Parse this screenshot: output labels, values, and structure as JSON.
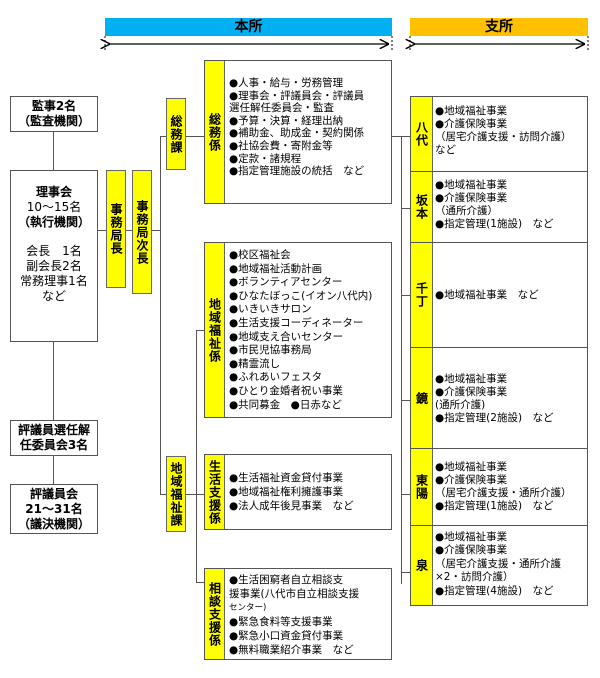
{
  "header": {
    "honsho": "本所",
    "shisho": "支所",
    "honsho_color": "#00b0f0",
    "shisho_color": "#ffc000"
  },
  "left": {
    "kanji": [
      "監事2名",
      "（監査機関）"
    ],
    "rijikai": {
      "title": "理事会",
      "count": "10～15名",
      "role": "（執行機関）",
      "members": [
        "会長　1名",
        "副会長2名",
        "常務理事1名",
        "など"
      ]
    },
    "senin": [
      "評議員選任解",
      "任委員会3名"
    ],
    "hyogiinkai": [
      "評議員会",
      "21～31名",
      "（議決機関）"
    ]
  },
  "roles": {
    "jimukyokucho": "事務局長",
    "jichou": "事務局次長"
  },
  "sections": {
    "somu": "総務課",
    "chiiki": "地域福祉課"
  },
  "units": {
    "somu_kakari": {
      "label": "総務係",
      "items": [
        "●人事・給与・労務管理",
        "●理事会・評議員会・評議員",
        "選任解任委員会・監査",
        "●予算・決算・経理出納",
        "●補助金、助成金・契約関係",
        "●社協会費・寄附金等",
        "●定款・諸規程",
        "●指定管理施設の統括　など"
      ]
    },
    "chiiki_kakari": {
      "label": "地域福祉係",
      "items": [
        "●校区福祉会",
        "●地域福祉活動計画",
        "●ボランティアセンター",
        "●ひなたぼっこ(イオン八代内)",
        "●いきいきサロン",
        "●生活支援コーディネーター",
        "●地域支え合いセンター",
        "●市民児協事務局",
        "●精霊流し",
        "●ふれあいフェスタ",
        "●ひとり金婚者祝い事業",
        "●共同募金　●日赤など"
      ]
    },
    "seikatsu": {
      "label": "生活支援係",
      "items": [
        "●生活福祉資金貸付事業",
        "●地域福祉権利擁護事業",
        "●法人成年後見事業　など"
      ]
    },
    "sodan": {
      "label": "相談支援係",
      "items": [
        "●生活困窮者自立相談支",
        "援事業(八代市自立相談支援",
        "センター)",
        "●緊急食料等支援事業",
        "●緊急小口資金貸付事業",
        "●無料職業紹介事業　など"
      ]
    }
  },
  "branches": [
    {
      "name": "八代",
      "items": [
        "●地域福祉事業",
        "●介護保険事業",
        "（居宅介護支援・訪問介護）",
        "など"
      ]
    },
    {
      "name": "坂本",
      "items": [
        "●地域福祉事業",
        "●介護保険事業",
        "（通所介護）",
        "●指定管理(1施設)　など"
      ]
    },
    {
      "name": "千丁",
      "items": [
        "●地域福祉事業　など"
      ]
    },
    {
      "name": "鏡",
      "items": [
        "●地域福祉事業",
        "●介護保険事業",
        "(通所介護)",
        "●指定管理(2施設)　など"
      ]
    },
    {
      "name": "東陽",
      "items": [
        "●地域福祉事業",
        "●介護保険事業",
        "（居宅介護支援・通所介護）",
        "●指定管理(1施設)　など"
      ]
    },
    {
      "name": "泉",
      "items": [
        "●地域福祉事業",
        "●介護保険事業",
        "（居宅介護支援・通所介護",
        "×2・訪問介護）",
        "●指定管理(4施設)　など"
      ]
    }
  ]
}
